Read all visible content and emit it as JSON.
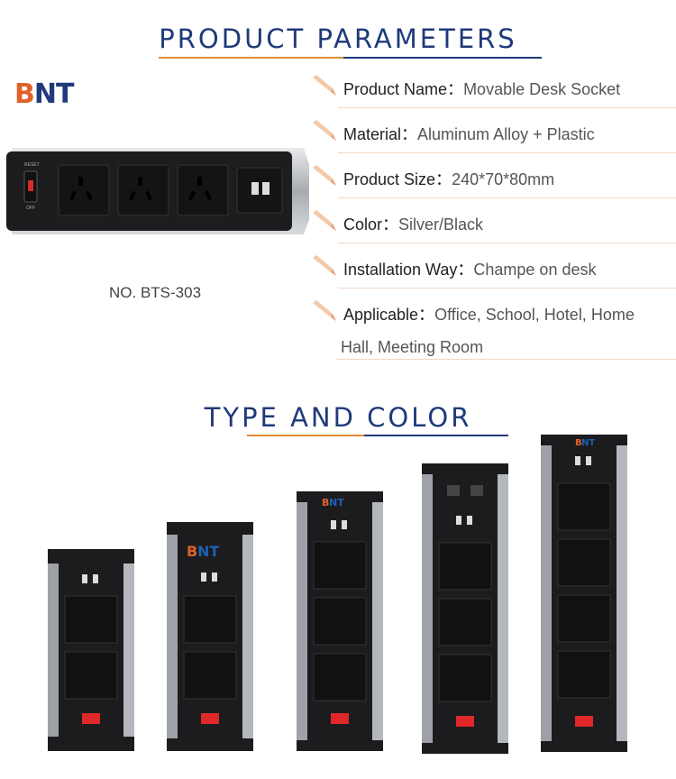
{
  "section1": {
    "title": "PRODUCT PARAMETERS"
  },
  "brand": {
    "logo_b": "B",
    "logo_nt": "NT"
  },
  "product": {
    "model": "NO. BTS-303",
    "switch_on": "RESET",
    "switch_off": "OFF"
  },
  "params": [
    {
      "label": "Product Name：",
      "value": "Movable Desk Socket"
    },
    {
      "label": "Material：",
      "value": "Aluminum Alloy + Plastic"
    },
    {
      "label": "Product Size：",
      "value": "240*70*80mm"
    },
    {
      "label": "Color：",
      "value": "Silver/Black"
    },
    {
      "label": "Installation Way：",
      "value": "Champe on desk"
    },
    {
      "label": "Applicable：",
      "value": "Office, School, Hotel, Home"
    }
  ],
  "params_continued": "Hall, Meeting Room",
  "section2": {
    "title": "TYPE AND COLOR"
  },
  "colors": {
    "accent_orange": "#e58a3a",
    "brand_blue": "#1f3a7a",
    "aluminum": "#c8cbd0",
    "body_black": "#1c1c1e",
    "switch_red": "#e0282a"
  }
}
